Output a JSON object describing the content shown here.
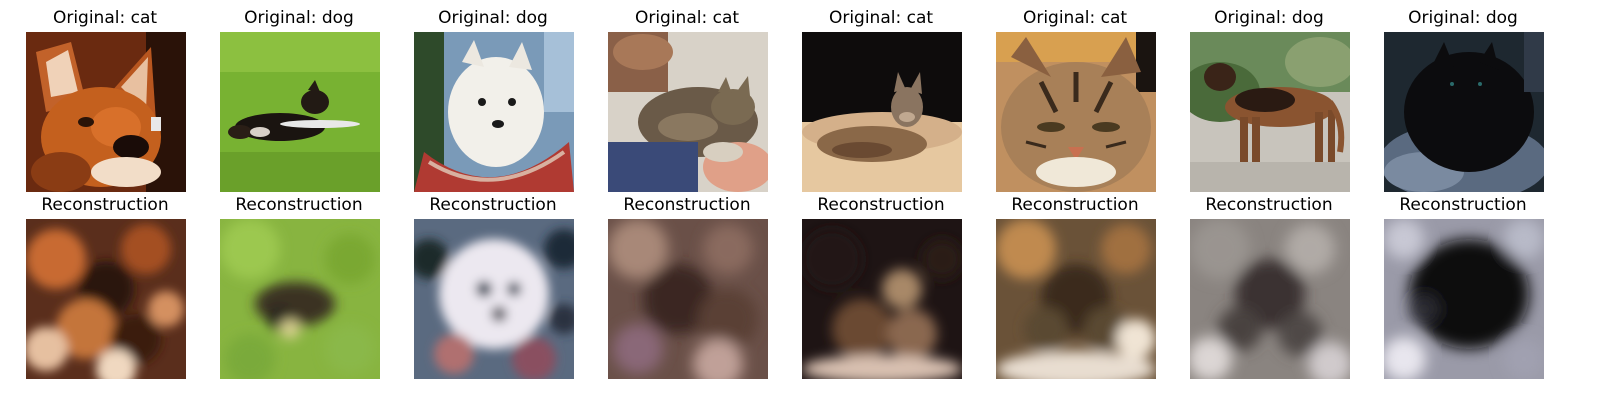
{
  "figure": {
    "columns": [
      {
        "original_title": "Original: cat",
        "reconstruction_title": "Reconstruction",
        "original_image": "cat photo (orange caracal-like cat face)",
        "reconstruction_image": "blurry reconstruction"
      },
      {
        "original_title": "Original: dog",
        "reconstruction_title": "Reconstruction",
        "original_image": "dog photo (black dog lying on grass)",
        "reconstruction_image": "blurry reconstruction"
      },
      {
        "original_title": "Original: dog",
        "reconstruction_title": "Reconstruction",
        "original_image": "dog photo (white terrier in red hammock)",
        "reconstruction_image": "blurry reconstruction"
      },
      {
        "original_title": "Original: cat",
        "reconstruction_title": "Reconstruction",
        "original_image": "cat photo (tabby cat lying with person)",
        "reconstruction_image": "blurry reconstruction"
      },
      {
        "original_title": "Original: cat",
        "reconstruction_title": "Reconstruction",
        "original_image": "cat photo (cat lying on beige surface, dark background)",
        "reconstruction_image": "blurry reconstruction"
      },
      {
        "original_title": "Original: cat",
        "reconstruction_title": "Reconstruction",
        "original_image": "cat photo (tabby cat face close-up)",
        "reconstruction_image": "blurry reconstruction"
      },
      {
        "original_title": "Original: dog",
        "reconstruction_title": "Reconstruction",
        "original_image": "dog photo (brown dog standing outdoors)",
        "reconstruction_image": "blurry reconstruction"
      },
      {
        "original_title": "Original: dog",
        "reconstruction_title": "Reconstruction",
        "original_image": "dog photo (black dog on gray blanket)",
        "reconstruction_image": "blurry reconstruction"
      }
    ]
  }
}
